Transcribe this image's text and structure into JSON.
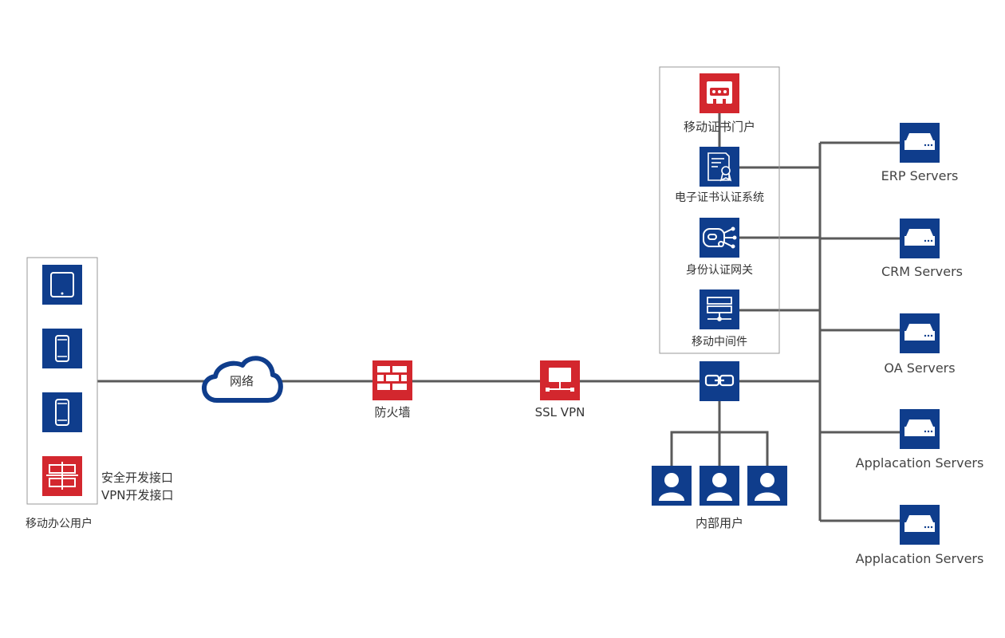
{
  "colors": {
    "blue": "#0f3d8c",
    "red": "#d3272e",
    "line": "#5a5a5a",
    "text": "#333333"
  },
  "network": {
    "label": "网络",
    "icon": "cloud-icon"
  },
  "firewall": {
    "label": "防火墙",
    "icon": "firewall-brick-icon"
  },
  "ssl_vpn": {
    "label": "SSL VPN",
    "icon": "vpn-monitor-icon"
  },
  "mobile_users": {
    "label": "移动办公用户",
    "devices": [
      "tablet-icon",
      "smartphone-icon",
      "smartphone-icon",
      "sdk-interface-icon"
    ],
    "sdk_lines": [
      "安全开发接口",
      "VPN开发接口"
    ]
  },
  "cert_group": {
    "portal": "移动证书门户",
    "ca_system": "电子证书认证系统",
    "id_gateway": "身份认证网关",
    "middleware": "移动中间件"
  },
  "switch": {
    "icon": "link-switch-icon"
  },
  "internal_users": {
    "label": "内部用户",
    "count": 3
  },
  "servers": [
    {
      "label": "ERP Servers"
    },
    {
      "label": "CRM Servers"
    },
    {
      "label": "OA Servers"
    },
    {
      "label": "Applacation Servers"
    },
    {
      "label": "Applacation Servers"
    }
  ]
}
